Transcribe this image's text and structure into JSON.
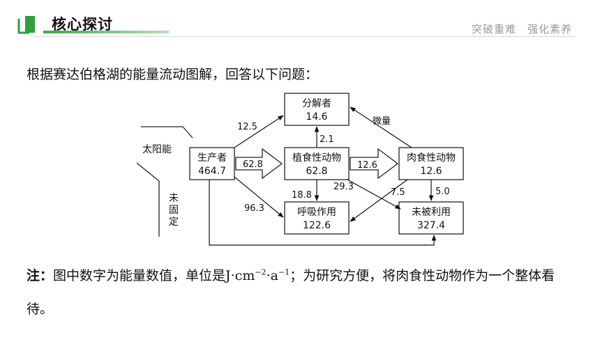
{
  "header": {
    "section_title": "核心探讨",
    "tagline": "突破重难　强化素养"
  },
  "intro": "根据赛达伯格湖的能量流动图解，回答以下问题：",
  "diagram": {
    "sunlight_label": "太阳能",
    "unfixed_label": "未固定",
    "nodes": {
      "producer": {
        "name": "生产者",
        "value": "464.7"
      },
      "decomposer": {
        "name": "分解者",
        "value": "14.6"
      },
      "herbivore": {
        "name": "植食性动物",
        "value": "62.8"
      },
      "carnivore": {
        "name": "肉食性动物",
        "value": "12.6"
      },
      "respiration": {
        "name": "呼吸作用",
        "value": "122.6"
      },
      "unused": {
        "name": "未被利用",
        "value": "327.4"
      }
    },
    "flows": {
      "producer_to_decomposer": "12.5",
      "producer_to_herbivore": "62.8",
      "producer_to_respiration": "96.3",
      "herbivore_to_decomposer": "2.1",
      "herbivore_to_carnivore": "12.6",
      "herbivore_to_respiration": "18.8",
      "herbivore_to_unused": "29.3",
      "carnivore_to_decomposer": "微量",
      "carnivore_to_respiration": "7.5",
      "carnivore_to_unused": "5.0"
    }
  },
  "note": {
    "label": "注：",
    "text_before_unit": "图中数字为能量数值，单位是J·cm",
    "exp1": "−2",
    "mid": "·a",
    "exp2": "−1",
    "text_after_unit": "；为研究方便，将肉食性动物作为一个整体看待。"
  }
}
